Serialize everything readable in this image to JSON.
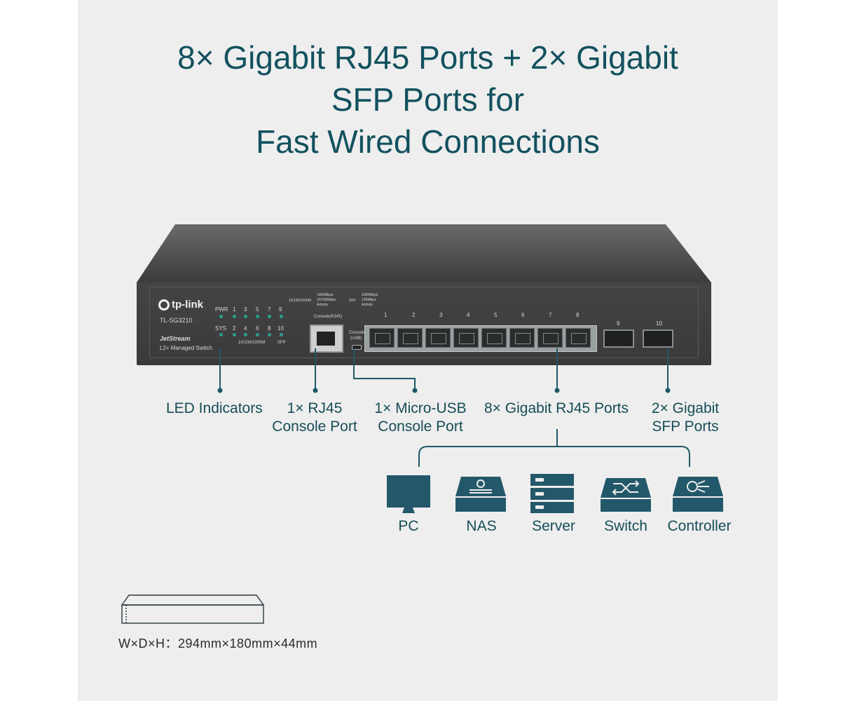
{
  "title": {
    "line1": "8× Gigabit RJ45 Ports + 2× Gigabit",
    "line2": "SFP Ports for",
    "line3": "Fast Wired Connections"
  },
  "device": {
    "brand": "tp-link",
    "model": "TL-SG3210",
    "series": "JetStream",
    "subtitle": "L2+ Managed Switch",
    "led_labels": {
      "pwr": "PWR",
      "sys": "SYS",
      "speed": "10/100/1000M",
      "sfp": "SFP"
    },
    "led_numbers_top": [
      "1",
      "3",
      "5",
      "7",
      "9"
    ],
    "led_numbers_bottom": [
      "2",
      "4",
      "6",
      "8",
      "10"
    ],
    "legend_rj45": {
      "prefix": "10/100/1000M",
      "l1": "1000Mbps",
      "l2": "10/100Mbps",
      "l3": "Activity"
    },
    "legend_sfp": {
      "prefix": "SFP",
      "l1": "1000Mbps",
      "l2": "100Mbps",
      "l3": "Activity"
    },
    "console_rj45_label": "Console(RJ45)",
    "console_usb_label_1": "Console",
    "console_usb_label_2": "(USB)",
    "port_numbers": [
      "1",
      "2",
      "3",
      "4",
      "5",
      "6",
      "7",
      "8"
    ],
    "sfp_numbers": [
      "9",
      "10"
    ]
  },
  "callouts": {
    "led": "LED Indicators",
    "rj45_console_1": "1× RJ45",
    "rj45_console_2": "Console Port",
    "usb_console_1": "1× Micro-USB",
    "usb_console_2": "Console Port",
    "gigabit_ports": "8× Gigabit RJ45 Ports",
    "sfp_ports_1": "2× Gigabit",
    "sfp_ports_2": "SFP Ports"
  },
  "devices": [
    {
      "label": "PC",
      "icon": "pc-icon"
    },
    {
      "label": "NAS",
      "icon": "nas-icon"
    },
    {
      "label": "Server",
      "icon": "server-icon"
    },
    {
      "label": "Switch",
      "icon": "switch-icon"
    },
    {
      "label": "Controller",
      "icon": "controller-icon"
    }
  ],
  "dimensions": "W×D×H：294mm×180mm×44mm",
  "colors": {
    "accent": "#12515e",
    "icon": "#23586a",
    "panel": "#eeeeee"
  }
}
